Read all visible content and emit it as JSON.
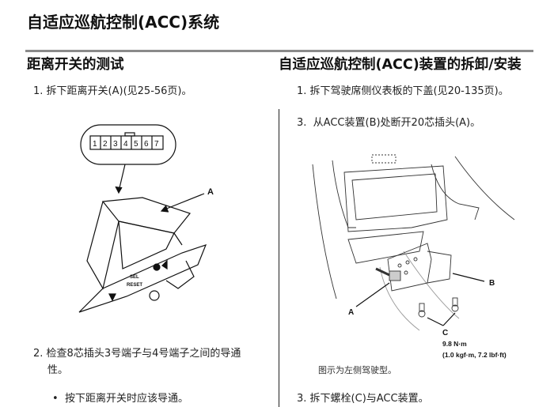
{
  "page_title": "自适应巡航控制(ACC)系统",
  "left": {
    "heading": "距离开关的测试",
    "steps": [
      {
        "num": "1.",
        "text": "拆下距离开关(A)(见25-56页)。"
      },
      {
        "num": "2.",
        "text": "检查8芯插头3号端子与4号端子之间的导通",
        "text_cont": "性。"
      }
    ],
    "bullet": "按下距离开关时应该导通。",
    "figure": {
      "pins": [
        "1",
        "2",
        "3",
        "4",
        "5",
        "6",
        "7"
      ],
      "label_a": "A",
      "button_text_1": "SEL",
      "button_text_2": "RESET"
    }
  },
  "right": {
    "heading": "自适应巡航控制(ACC)装置的拆卸/安装",
    "steps": [
      {
        "num": "1.",
        "text": "拆下驾驶席侧仪表板的下盖(见20-135页)。"
      },
      {
        "num": "3.",
        "text": "从ACC装置(B)处断开20芯插头(A)。"
      },
      {
        "num": "3.",
        "text": "拆下螺栓(C)与ACC装置。"
      }
    ],
    "figure": {
      "label_a": "A",
      "label_b": "B",
      "label_c": "C",
      "torque_1": "9.8 N·m",
      "torque_2": "(1.0 kgf·m, 7.2 lbf·ft)"
    },
    "caption": "图示为左侧驾驶型。"
  }
}
